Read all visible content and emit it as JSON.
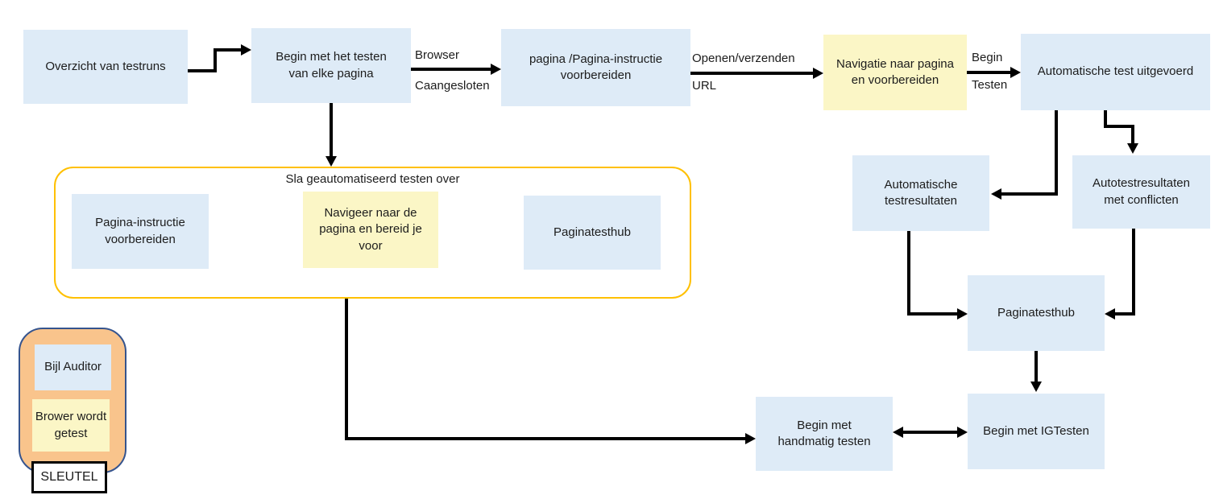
{
  "colors": {
    "node_blue": "#deebf7",
    "node_yellow": "#fbf6c6",
    "container_border_gold": "#ffc000",
    "legend_orange": "#f9c48c",
    "legend_border_blue": "#35548e",
    "arrow_black": "#000000"
  },
  "nodes": {
    "overzicht": "Overzicht van testruns",
    "begin_testen_pagina": "Begin met het testen van elke pagina",
    "pagina_instructie": "pagina /Pagina-instructie voorbereiden",
    "navigatie_voorbereiden": "Navigatie naar pagina en voorbereiden",
    "auto_test_uitgevoerd": "Automatische test uitgevoerd",
    "auto_testresultaten": "Automatische testresultaten",
    "autotest_conflicten": "Autotestresultaten met conflicten",
    "paginatesthub_rechts": "Paginatesthub",
    "begin_igtesten": "Begin met IGTesten",
    "begin_handmatig": "Begin met handmatig testen"
  },
  "skip_group": {
    "title": "Sla geautomatiseerd testen over",
    "pagina_instructie": "Pagina-instructie voorbereiden",
    "navigeer": "Navigeer naar de pagina en bereid je voor",
    "paginatesthub": "Paginatesthub"
  },
  "edge_labels": {
    "browser": {
      "top": "Browser",
      "bottom": "Caangesloten"
    },
    "openen": {
      "top": "Openen/verzenden",
      "bottom": "URL"
    },
    "begin": {
      "top": "Begin",
      "bottom": "Testen"
    }
  },
  "legend": {
    "blue": "Bijl Auditor",
    "yellow": "Brower wordt getest",
    "key": "SLEUTEL"
  }
}
